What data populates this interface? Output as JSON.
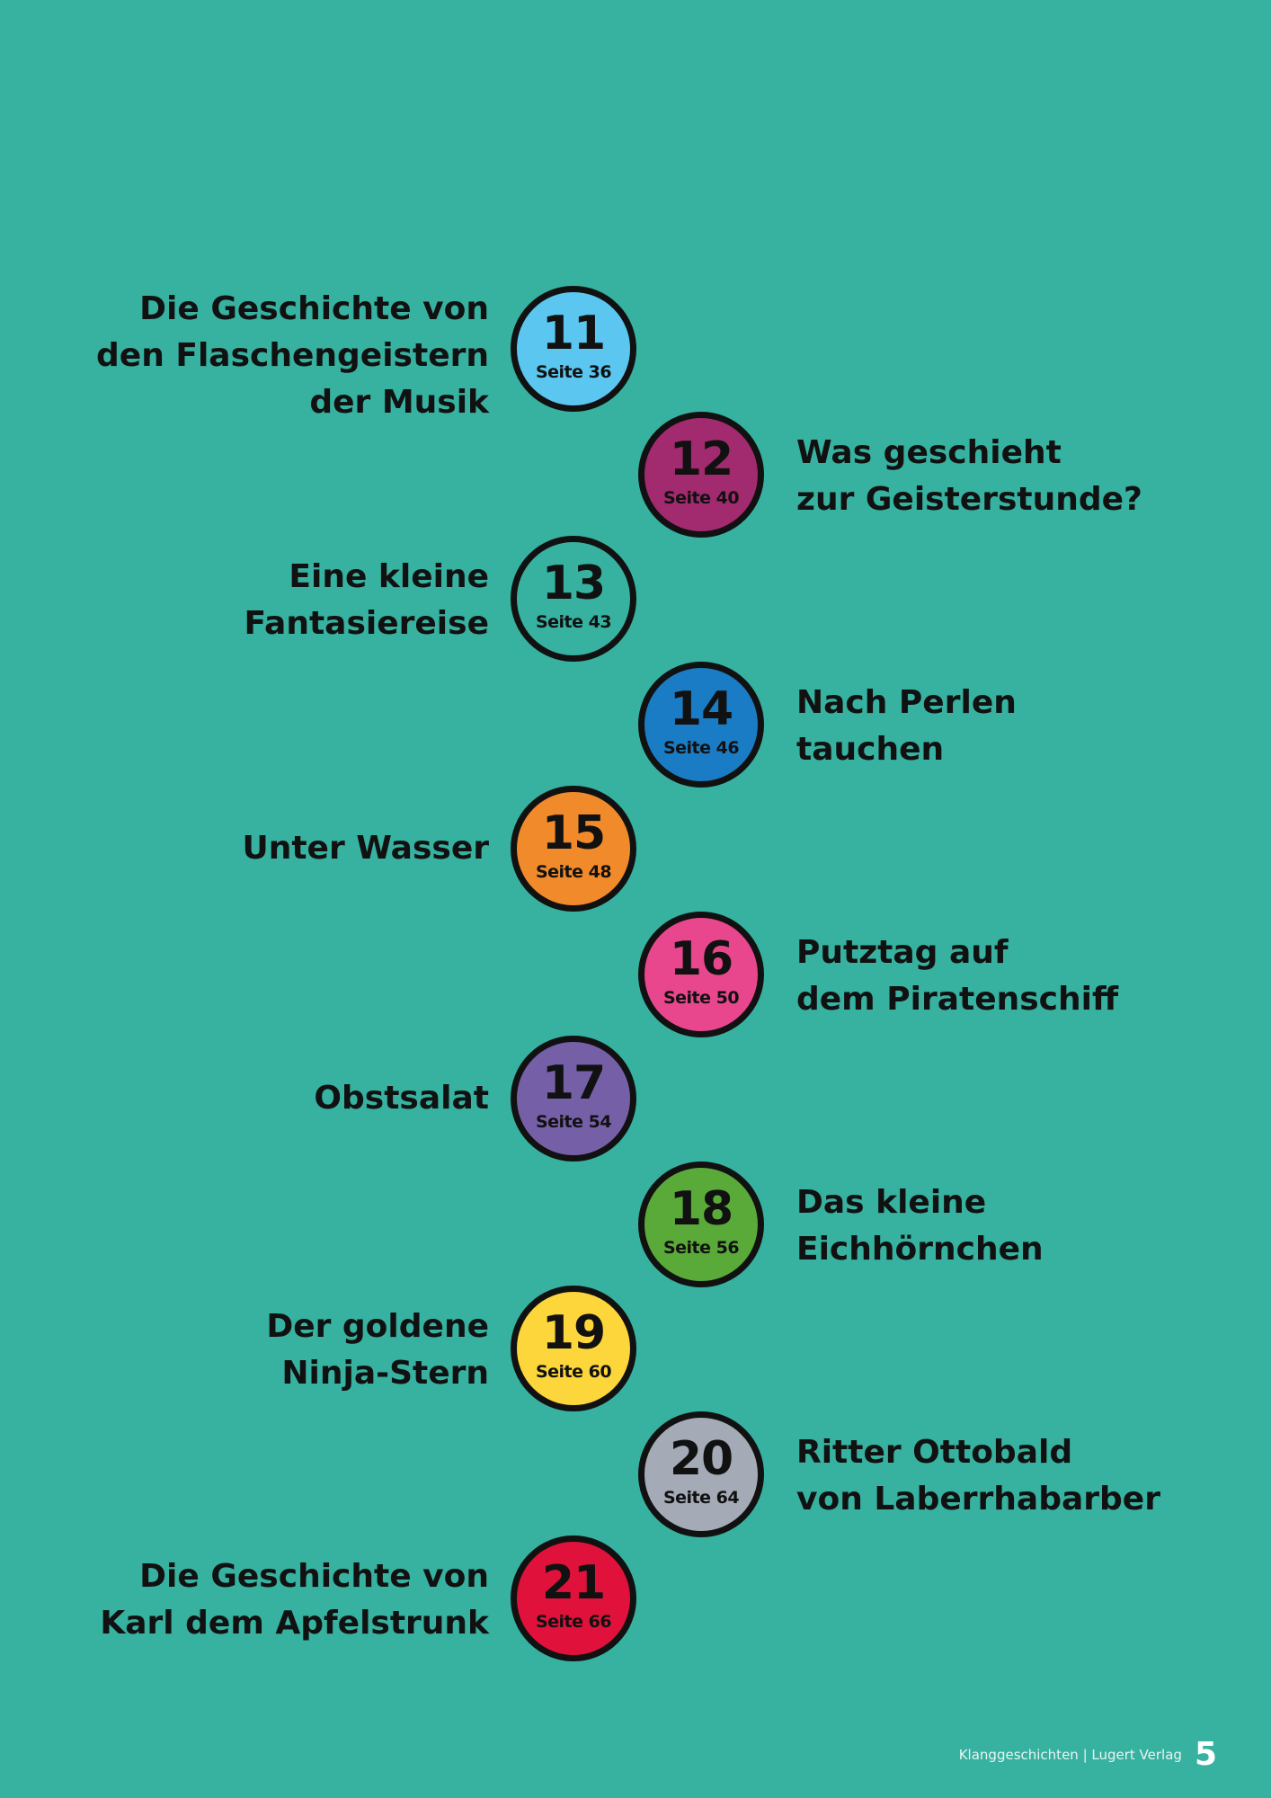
{
  "entries": [
    {
      "num": "11",
      "page": "Seite 36",
      "side": "left",
      "color": "#5bc6f0",
      "title": [
        "Die Geschichte von",
        "den Flaschengeistern",
        "der Musik"
      ]
    },
    {
      "num": "12",
      "page": "Seite 40",
      "side": "right",
      "color": "#a22a6e",
      "title": [
        "Was geschieht",
        "zur Geisterstunde?"
      ]
    },
    {
      "num": "13",
      "page": "Seite 43",
      "side": "left",
      "color": "#37b1a0",
      "title": [
        "Eine kleine",
        "Fantasiereise"
      ]
    },
    {
      "num": "14",
      "page": "Seite 46",
      "side": "right",
      "color": "#1a7cc4",
      "title": [
        "Nach Perlen",
        "tauchen"
      ]
    },
    {
      "num": "15",
      "page": "Seite 48",
      "side": "left",
      "color": "#f08a2a",
      "title": [
        "Unter Wasser"
      ]
    },
    {
      "num": "16",
      "page": "Seite 50",
      "side": "right",
      "color": "#e8478e",
      "title": [
        "Putztag auf",
        "dem Piratenschiff"
      ]
    },
    {
      "num": "17",
      "page": "Seite 54",
      "side": "left",
      "color": "#7560a8",
      "title": [
        "Obstsalat"
      ]
    },
    {
      "num": "18",
      "page": "Seite 56",
      "side": "right",
      "color": "#5aaa3a",
      "title": [
        "Das kleine",
        "Eichhörnchen"
      ]
    },
    {
      "num": "19",
      "page": "Seite 60",
      "side": "left",
      "color": "#fcd63a",
      "title": [
        "Der goldene",
        "Ninja-Stern"
      ]
    },
    {
      "num": "20",
      "page": "Seite 64",
      "side": "right",
      "color": "#a4abb6",
      "title": [
        "Ritter Ottobald",
        "von Laberrhabarber"
      ]
    },
    {
      "num": "21",
      "page": "Seite 66",
      "side": "left",
      "color": "#e0123c",
      "title": [
        "Die Geschichte von",
        "Karl dem Apfelstrunk"
      ]
    }
  ],
  "footer": {
    "credit": "Klanggeschichten | Lugert Verlag",
    "page_number": "5"
  }
}
